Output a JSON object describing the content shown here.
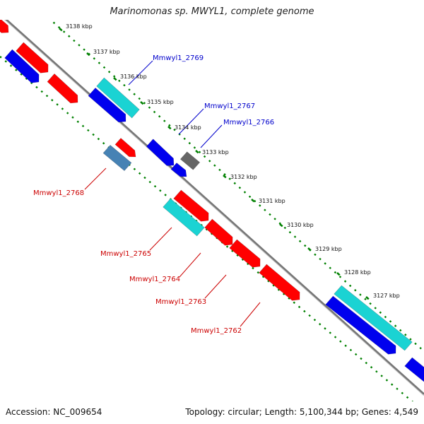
{
  "title": "Marinomonas sp. MWYL1, complete genome",
  "footer": {
    "accession": "Accession: NC_009654",
    "stats": "Topology: circular; Length: 5,100,344 bp; Genes: 4,549"
  },
  "colors": {
    "red": "#ff0000",
    "blue": "#0000ee",
    "cyan": "#1ad3d3",
    "steelblue": "#4682b4",
    "gray": "#666666",
    "backbone": "#777777",
    "tick": "#008000",
    "label_blue": "#0000cc",
    "label_red": "#cc0000"
  },
  "ticks": [
    "3138 kbp",
    "3137 kbp",
    "3136 kbp",
    "3135 kbp",
    "3134 kbp",
    "3133 kbp",
    "3132 kbp",
    "3131 kbp",
    "3130 kbp",
    "3129 kbp",
    "3128 kbp",
    "3127 kbp"
  ],
  "gene_labels": [
    {
      "text": "Mmwyl1_2769",
      "color": "blue"
    },
    {
      "text": "Mmwyl1_2767",
      "color": "blue"
    },
    {
      "text": "Mmwyl1_2766",
      "color": "blue"
    },
    {
      "text": "Mmwyl1_2768",
      "color": "red"
    },
    {
      "text": "Mmwyl1_2765",
      "color": "red"
    },
    {
      "text": "Mmwyl1_2764",
      "color": "red"
    },
    {
      "text": "Mmwyl1_2763",
      "color": "red"
    },
    {
      "text": "Mmwyl1_2762",
      "color": "red"
    }
  ]
}
